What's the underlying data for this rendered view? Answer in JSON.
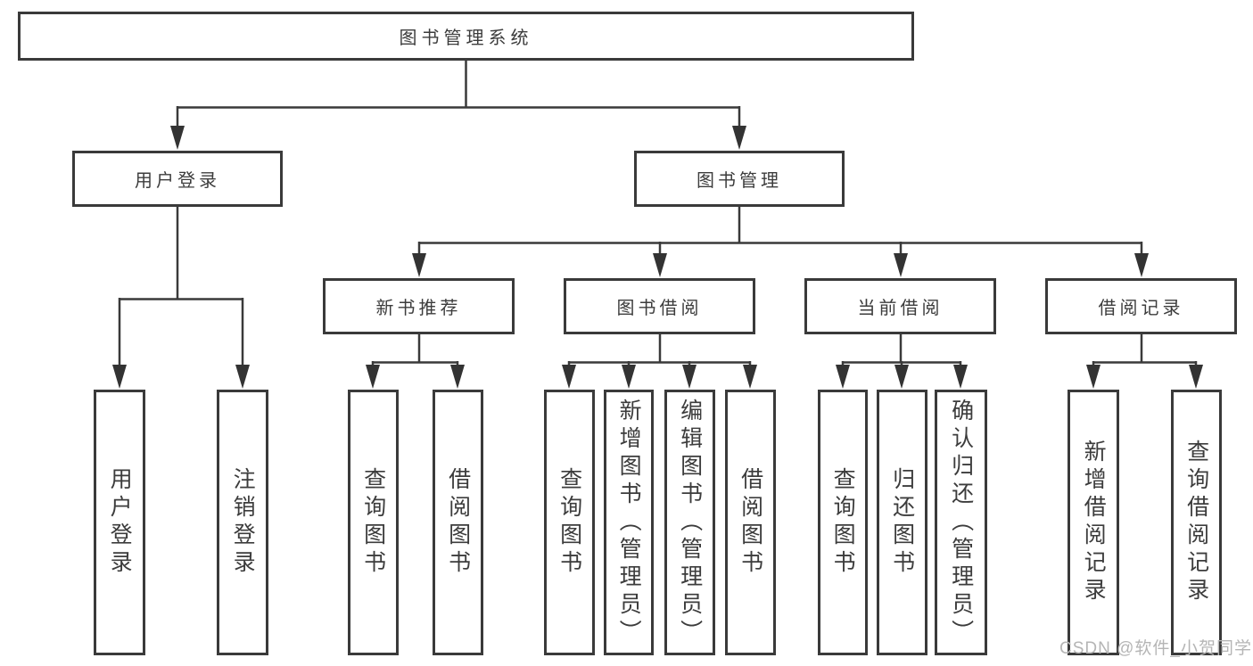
{
  "diagram": {
    "type": "hierarchy-tree",
    "nodes": {
      "root": "图书管理系统",
      "level1": [
        {
          "label": "用户登录"
        },
        {
          "label": "图书管理"
        }
      ],
      "level2": [
        {
          "label": "新书推荐",
          "parent": "图书管理"
        },
        {
          "label": "图书借阅",
          "parent": "图书管理"
        },
        {
          "label": "当前借阅",
          "parent": "图书管理"
        },
        {
          "label": "借阅记录",
          "parent": "图书管理"
        }
      ],
      "leaves": [
        {
          "label": "用户登录",
          "parent": "用户登录"
        },
        {
          "label": "注销登录",
          "parent": "用户登录"
        },
        {
          "label": "查询图书",
          "parent": "新书推荐"
        },
        {
          "label": "借阅图书",
          "parent": "新书推荐"
        },
        {
          "label": "查询图书",
          "parent": "图书借阅"
        },
        {
          "label": "新增图书（管理员）",
          "parent": "图书借阅"
        },
        {
          "label": "编辑图书（管理员）",
          "parent": "图书借阅"
        },
        {
          "label": "借阅图书",
          "parent": "图书借阅"
        },
        {
          "label": "查询图书",
          "parent": "当前借阅"
        },
        {
          "label": "归还图书",
          "parent": "当前借阅"
        },
        {
          "label": "确认归还（管理员）",
          "parent": "当前借阅"
        },
        {
          "label": "新增借阅记录",
          "parent": "借阅记录"
        },
        {
          "label": "查询借阅记录",
          "parent": "借阅记录"
        }
      ]
    },
    "colors": {
      "line": "#3a3a3a",
      "box_border": "#3a3a3a",
      "text": "#3c3c3c",
      "watermark": "#b5b5b5",
      "background": "#ffffff"
    },
    "watermark": "CSDN @软件_小贺同学"
  }
}
